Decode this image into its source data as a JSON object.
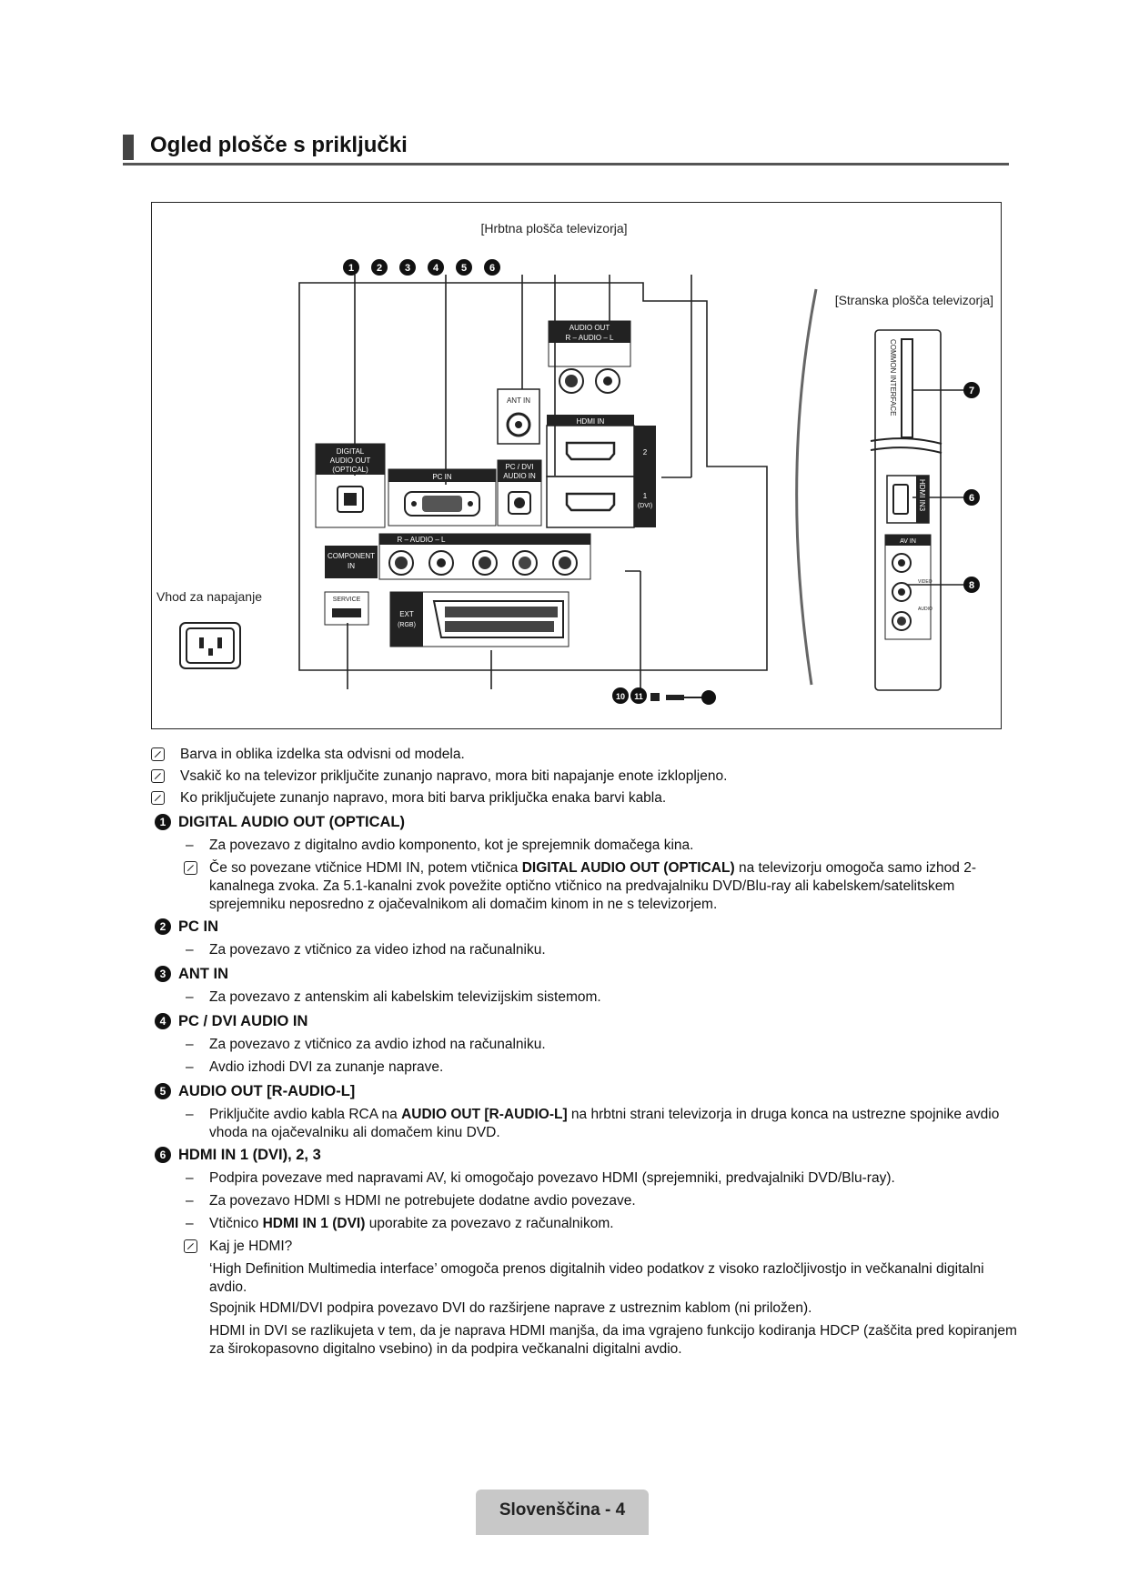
{
  "page": {
    "title": "Ogled plošče s priključki",
    "footer": "Slovenščina - 4"
  },
  "diagram": {
    "rear_caption": "[Hrbtna plošča televizorja]",
    "side_caption": "[Stranska plošča televizorja]",
    "power_caption": "Vhod za napajanje",
    "top_numbers": [
      "1",
      "2",
      "3",
      "4",
      "5",
      "6"
    ],
    "bottom_numbers": [
      "10",
      "11"
    ],
    "side_numbers": [
      "7",
      "6",
      "8"
    ],
    "labels": {
      "digital_audio_out": [
        "DIGITAL",
        "AUDIO OUT",
        "(OPTICAL)"
      ],
      "pc_in": "PC IN",
      "pc_dvi_audio_in": [
        "PC / DVI",
        "AUDIO IN"
      ],
      "ant_in": "ANT IN",
      "audio_out": "AUDIO OUT",
      "audio_out_sub": "R – AUDIO – L",
      "hdmi_in": "HDMI IN",
      "hdmi_2": "2",
      "hdmi_1": [
        "1",
        "(DVI)"
      ],
      "component_in": [
        "COMPONENT",
        "IN"
      ],
      "component_sub": "R – AUDIO – L",
      "service": "SERVICE",
      "ext_rgb": [
        "EXT",
        "(RGB)"
      ],
      "common_interface": "COMMON INTERFACE",
      "hdmi_in3": "HDMI IN3",
      "av_in": "AV IN",
      "video": "VIDEO",
      "audio": "AUDIO"
    }
  },
  "notes": [
    "Barva in oblika izdelka sta odvisni od modela.",
    "Vsakič ko na televizor priključite zunanjo napravo, mora biti napajanje enote izklopljeno.",
    "Ko priključujete zunanjo napravo, mora biti barva priključka enaka barvi kabla."
  ],
  "sections": [
    {
      "number": "1",
      "title": "DIGITAL AUDIO OUT (OPTICAL)",
      "dash": [
        "Za povezavo z digitalno avdio komponento, kot je sprejemnik domačega kina."
      ],
      "note": {
        "before": "Če so povezane vtičnice HDMI IN, potem vtičnica ",
        "bold": "DIGITAL AUDIO OUT (OPTICAL)",
        "after": " na televizorju omogoča samo izhod 2-kanalnega zvoka. Za 5.1-kanalni zvok povežite optično vtičnico na predvajalniku DVD/Blu-ray ali kabelskem/satelitskem sprejemniku neposredno z ojačevalnikom ali domačim kinom in ne s televizorjem."
      }
    },
    {
      "number": "2",
      "title": "PC IN",
      "dash": [
        "Za povezavo z vtičnico za video izhod na računalniku."
      ]
    },
    {
      "number": "3",
      "title": "ANT IN",
      "dash": [
        "Za povezavo z antenskim ali kabelskim televizijskim sistemom."
      ]
    },
    {
      "number": "4",
      "title": "PC / DVI AUDIO IN",
      "dash": [
        "Za povezavo z vtičnico za avdio izhod na računalniku.",
        "Avdio izhodi DVI za zunanje naprave."
      ]
    },
    {
      "number": "5",
      "title": "AUDIO OUT [R-AUDIO-L]",
      "dash_rich": {
        "before": "Priključite avdio kabla RCA na ",
        "bold": "AUDIO OUT [R-AUDIO-L]",
        "after": " na hrbtni strani televizorja in druga konca na ustrezne spojnike avdio vhoda na ojačevalniku ali domačem kinu DVD."
      }
    },
    {
      "number": "6",
      "title": "HDMI IN 1 (DVI), 2, 3",
      "dash": [
        "Podpira povezave med napravami AV, ki omogočajo povezavo HDMI (sprejemniki, predvajalniki DVD/Blu-ray).",
        "Za povezavo HDMI s HDMI ne potrebujete dodatne avdio povezave."
      ],
      "dash_rich": {
        "before": "Vtičnico ",
        "bold": "HDMI IN 1 (DVI)",
        "after": " uporabite za povezavo z računalnikom."
      },
      "note_plain": "Kaj je HDMI?",
      "paras": [
        "‘High Definition Multimedia interface’ omogoča prenos digitalnih video podatkov z visoko razločljivostjo in večkanalni digitalni avdio.",
        "Spojnik HDMI/DVI podpira povezavo DVI do razširjene naprave z ustreznim kablom (ni priložen).",
        "HDMI in DVI se razlikujeta v tem, da je naprava HDMI manjša, da ima vgrajeno funkcijo kodiranja HDCP (zaščita pred kopiranjem za širokopasovno digitalno vsebino) in da podpira večkanalni digitalni avdio."
      ]
    }
  ]
}
